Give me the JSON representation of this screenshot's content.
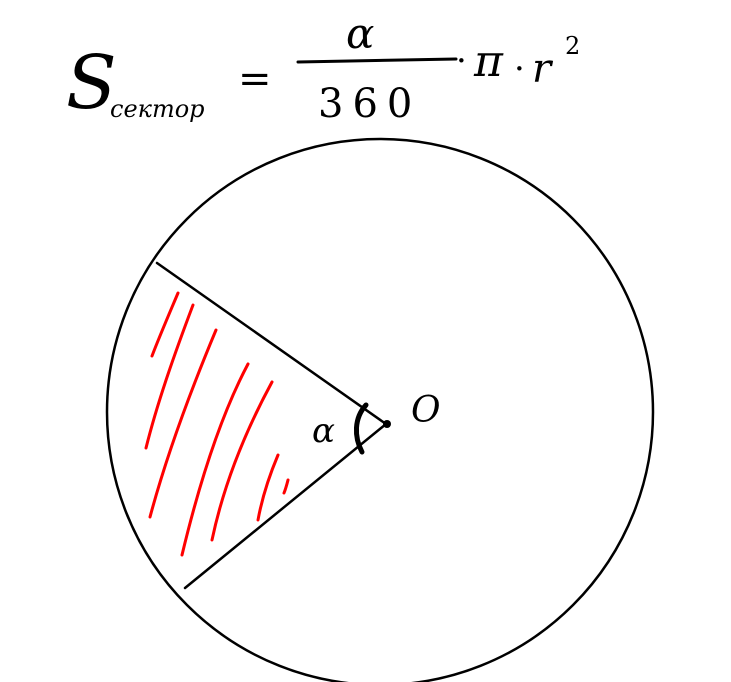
{
  "formula": {
    "lhs_symbol": "S",
    "lhs_subscript": "сектор",
    "equals": "=",
    "numerator": "α",
    "denominator": "360",
    "multiply_dot_1": "·",
    "pi": "π",
    "multiply_dot_2": "·",
    "radius": "r",
    "exponent": "2"
  },
  "diagram": {
    "angle_label": "α",
    "center_label": "O"
  },
  "colors": {
    "ink": "#000000",
    "hatch": "#ff0000",
    "background": "#ffffff"
  }
}
